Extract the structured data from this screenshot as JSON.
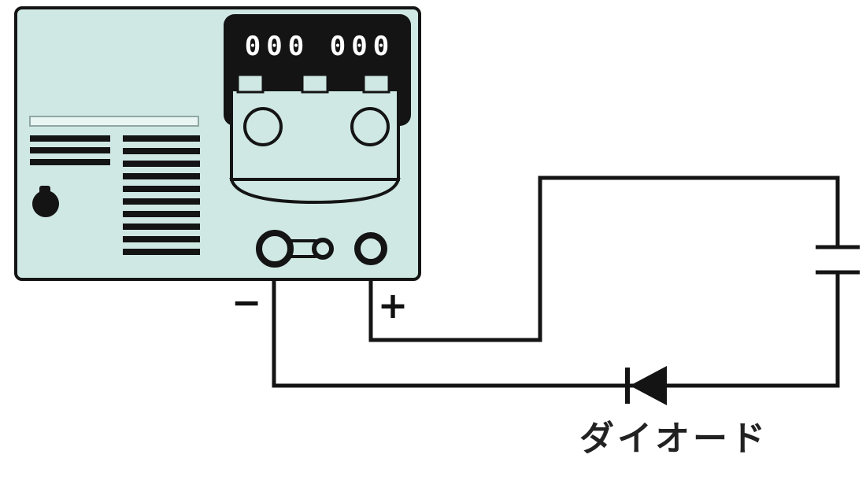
{
  "diagram": {
    "device": {
      "display_left": "000",
      "display_right": "000"
    },
    "terminals": {
      "negative": "−",
      "positive": "+"
    },
    "components": {
      "diode": "ダイオード"
    },
    "colors": {
      "background": "#ffffff",
      "device_fill": "#cfe8e4",
      "panel_fill": "#141414",
      "display_text": "#ffffff",
      "line": "#141414"
    }
  }
}
